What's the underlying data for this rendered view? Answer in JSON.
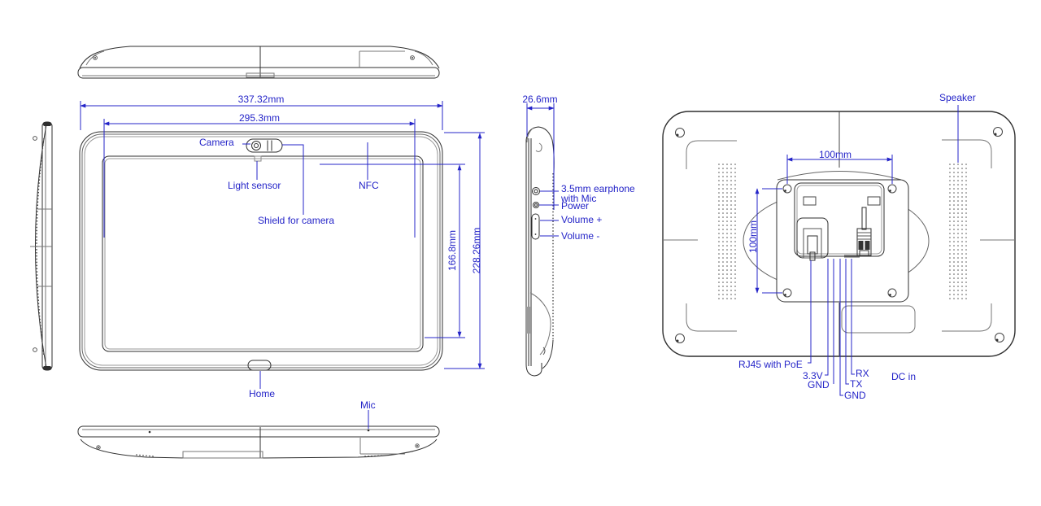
{
  "drawing": {
    "type": "mechanical-dimension-drawing",
    "subject": "tablet / panel PC with PoE, five orthographic views",
    "annotation_color": "#2424c8",
    "line_color": "#2f2f2f",
    "dimensions": {
      "overall_width": "337.32mm",
      "display_width": "295.3mm",
      "display_height": "166.8mm",
      "overall_height": "228.26mm",
      "thickness": "26.6mm",
      "vesa_horizontal": "100mm",
      "vesa_vertical": "100mm"
    },
    "front_labels": {
      "camera": "Camera",
      "light_sensor": "Light sensor",
      "nfc": "NFC",
      "shield_for_camera": "Shield for camera",
      "home": "Home",
      "mic": "Mic"
    },
    "side_labels": {
      "earphone_line1": "3.5mm earphone",
      "earphone_line2": "with Mic",
      "power": "Power",
      "volume_up": "Volume +",
      "volume_down": "Volume -"
    },
    "back_labels": {
      "speaker": "Speaker",
      "rj45": "RJ45 with PoE",
      "v33": "3.3V",
      "gnd_1": "GND",
      "gnd_2": "GND",
      "tx": "TX",
      "rx": "RX",
      "dc_in": "DC in"
    }
  }
}
